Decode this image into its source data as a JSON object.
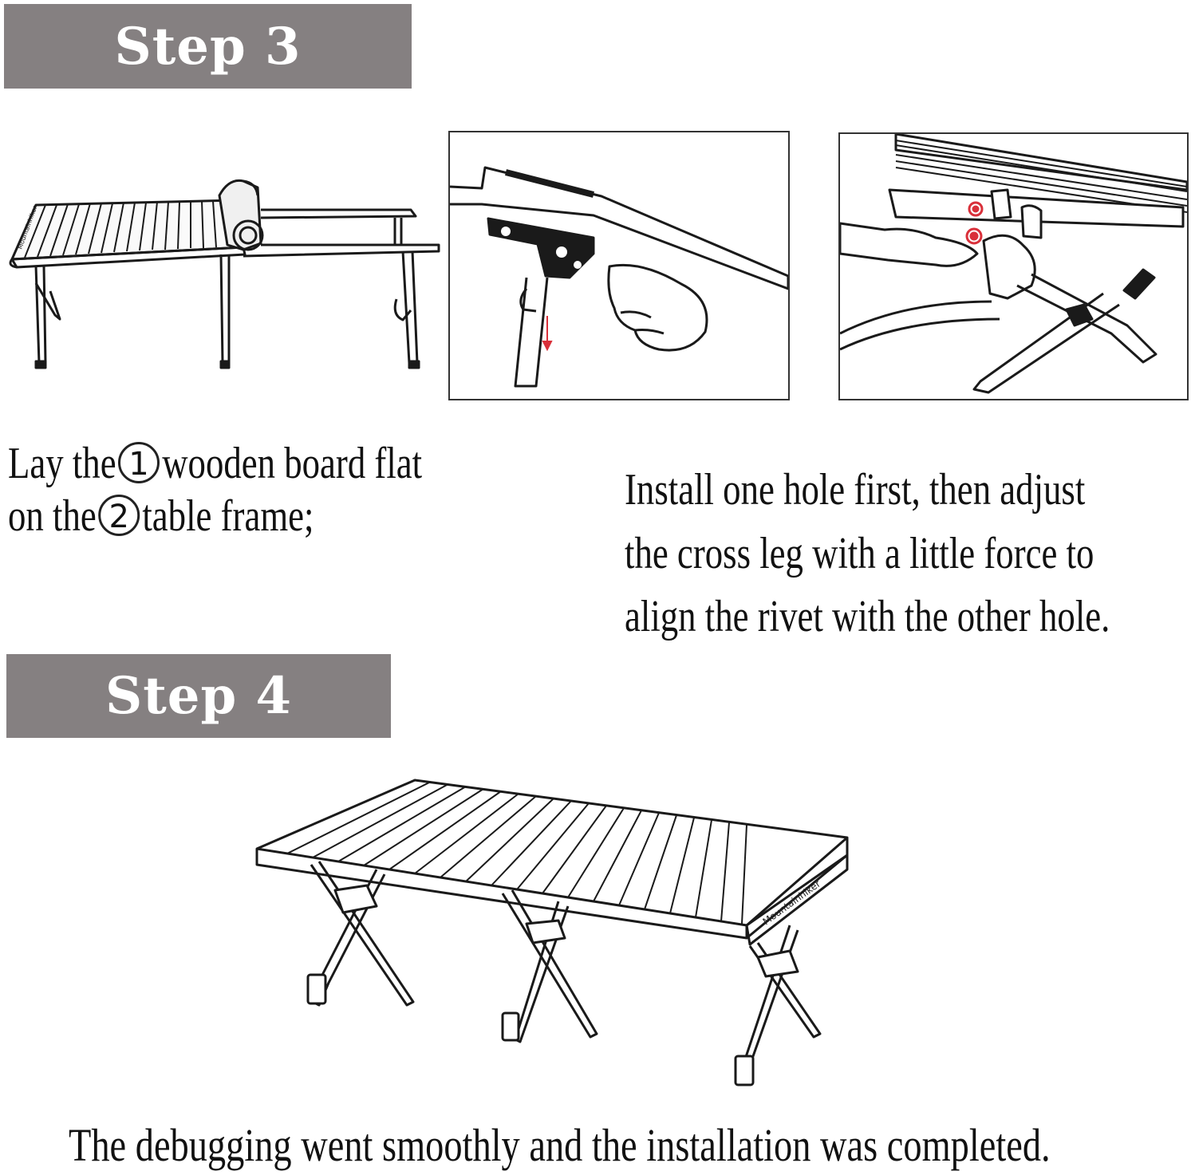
{
  "step3": {
    "title": "Step 3",
    "caption_left": {
      "part1": "Lay the",
      "marker1": "1",
      "part2": "wooden board flat",
      "part3": "on the",
      "marker2": "2",
      "part4": "table frame;"
    },
    "caption_right": {
      "line1": "Install one hole first, then adjust",
      "line2": "the cross leg with a little force to",
      "line3": "align the rivet with the other hole."
    }
  },
  "step4": {
    "title": "Step 4",
    "caption": "The debugging went smoothly and the installation was completed."
  },
  "illustrations": {
    "brand_text": "Mountainhiker",
    "accent_color": "#d9303a",
    "banner_color": "#858081"
  }
}
